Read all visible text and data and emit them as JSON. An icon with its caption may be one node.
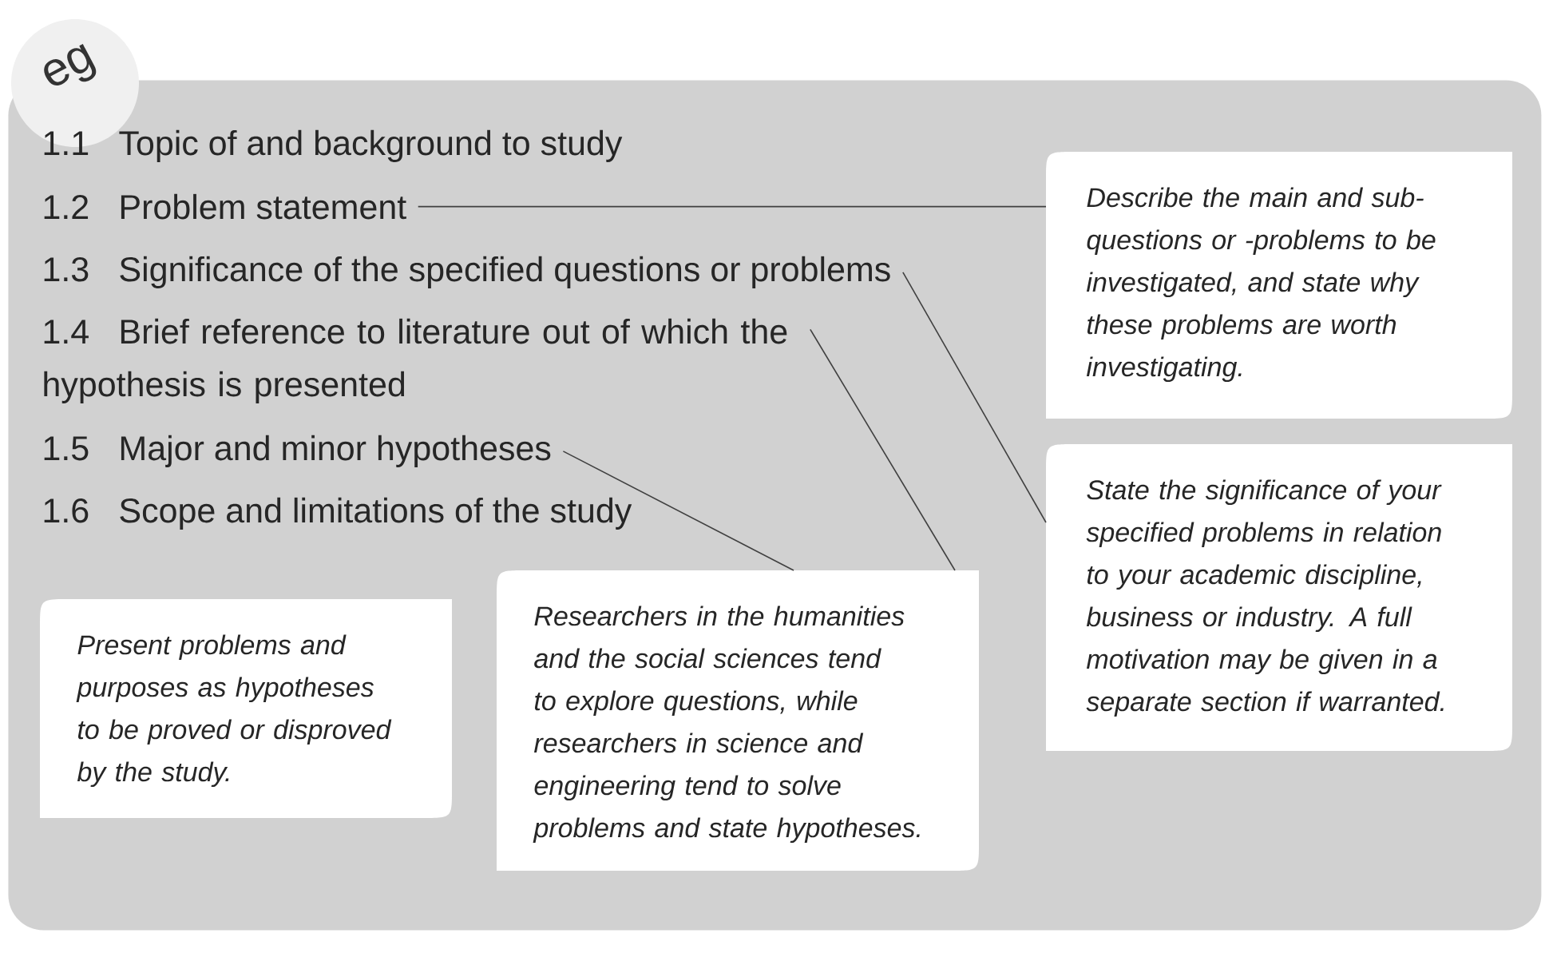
{
  "diagram": {
    "nodes": [
      {
        "text": [],
        "shape": "box"
      },
      {
        "text": [
          "1.1",
          "Topic of and background to study"
        ],
        "in": 0
      },
      {
        "text": [
          "1.2",
          "Problem statement"
        ],
        "in": 0
      },
      {
        "text": [
          "1.3",
          "Significance of the specified questions or problems"
        ],
        "in": 0
      },
      {
        "text": [
          "1.4",
          "Brief reference to literature out of which the hypothesis is presented"
        ],
        "in": 0
      },
      {
        "text": [
          "1.5",
          "Major and minor hypotheses"
        ],
        "in": 0
      },
      {
        "text": [
          "1.6",
          "Scope and limitations of the study"
        ],
        "in": 0
      },
      {
        "text": [
          "Describe the main and sub-questions or -problems to be investigated, and state why these problems are worth investigating."
        ],
        "in": 0
      },
      {
        "text": [
          "State the significance of your specified problems in relation to your academic discipline, business or industry. A full motivation may be given in a separate section if warranted."
        ],
        "in": 0
      },
      {
        "text": [
          "Present problems and purposes as hypotheses to be proved or disproved by the study."
        ],
        "in": 0
      },
      {
        "text": [
          "Researchers in the humanities and the social sciences tend to explore questions, while researchers in science and engineering tend to solve problems and state hypotheses."
        ],
        "in": 0
      }
    ],
    "edges": [
      {
        "from": 2,
        "to": 7,
        "arrow": "none"
      },
      {
        "from": 3,
        "to": 8,
        "arrow": "none"
      },
      {
        "from": 4,
        "to": 10,
        "arrow": "none"
      },
      {
        "from": 5,
        "to": 10,
        "arrow": "none"
      }
    ],
    "labels": [
      "eg"
    ]
  }
}
